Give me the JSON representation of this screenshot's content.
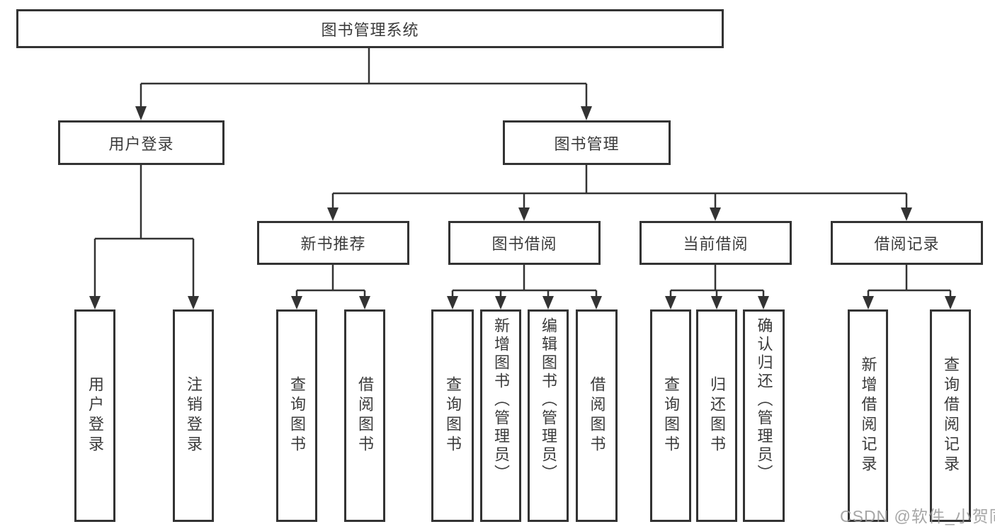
{
  "colors": {
    "line": "#333333",
    "box_border": "#333333",
    "box_fill": "#ffffff",
    "text": "#3b3b3b",
    "watermark": "#969696"
  },
  "watermark": "CSDN @软件_小贺同学",
  "tree": {
    "root": {
      "label": "图书管理系统",
      "children": [
        {
          "label": "用户登录",
          "children": [
            {
              "label": "用户登录"
            },
            {
              "label": "注销登录"
            }
          ]
        },
        {
          "label": "图书管理",
          "children": [
            {
              "label": "新书推荐",
              "children": [
                {
                  "label": "查询图书"
                },
                {
                  "label": "借阅图书"
                }
              ]
            },
            {
              "label": "图书借阅",
              "children": [
                {
                  "label": "查询图书"
                },
                {
                  "label": "新增图书（管理员）"
                },
                {
                  "label": "编辑图书（管理员）"
                },
                {
                  "label": "借阅图书"
                }
              ]
            },
            {
              "label": "当前借阅",
              "children": [
                {
                  "label": "查询图书"
                },
                {
                  "label": "归还图书"
                },
                {
                  "label": "确认归还（管理员）"
                }
              ]
            },
            {
              "label": "借阅记录",
              "children": [
                {
                  "label": "新增借阅记录"
                },
                {
                  "label": "查询借阅记录"
                }
              ]
            }
          ]
        }
      ]
    }
  }
}
